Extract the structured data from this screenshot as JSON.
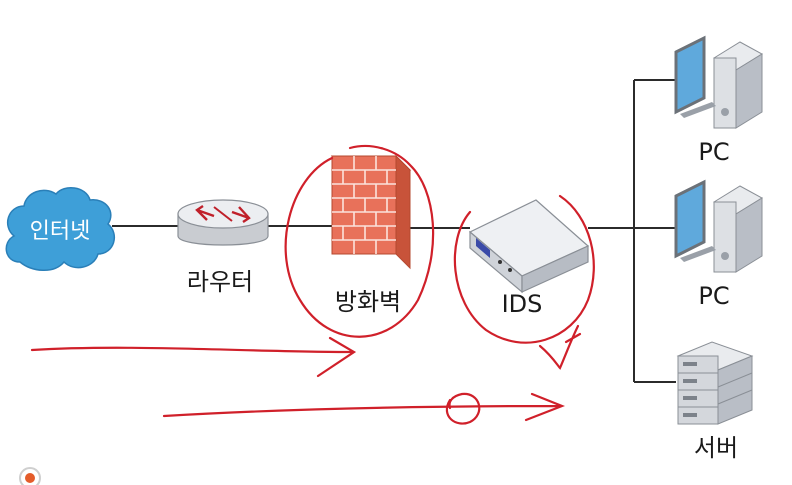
{
  "nodes": {
    "internet": {
      "label": "인터넷",
      "icon": "cloud-icon"
    },
    "router": {
      "label": "라우터",
      "icon": "router-icon"
    },
    "firewall": {
      "label": "방화벽",
      "icon": "brick-wall-icon"
    },
    "ids": {
      "label": "IDS",
      "icon": "appliance-icon"
    },
    "pc1": {
      "label": "PC",
      "icon": "desktop-pc-icon"
    },
    "pc2": {
      "label": "PC",
      "icon": "desktop-pc-icon"
    },
    "server": {
      "label": "서버",
      "icon": "server-rack-icon"
    }
  },
  "colors": {
    "link": "#2b2b2b",
    "cloud": "#3e9fd8",
    "firewall": "#e8715a",
    "annotation": "#d0202a"
  }
}
